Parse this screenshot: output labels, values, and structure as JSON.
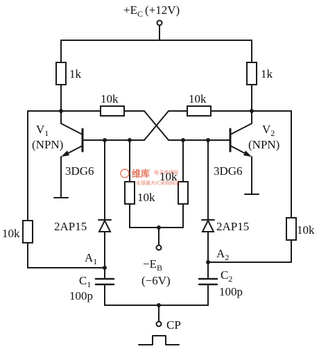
{
  "supply": {
    "positive": "+E",
    "positive_sub": "C",
    "positive_value": "(+12V)",
    "negative": "−E",
    "negative_sub": "B",
    "negative_value": "(−6V)"
  },
  "trigger": {
    "label": "CP"
  },
  "transistors": [
    {
      "name": "V",
      "sub": "1",
      "kind": "(NPN)",
      "part": "3DG6"
    },
    {
      "name": "V",
      "sub": "2",
      "kind": "(NPN)",
      "part": "3DG6"
    }
  ],
  "resistors": {
    "collector_left": "1k",
    "collector_right": "1k",
    "cross_left": "10k",
    "cross_right": "10k",
    "base_left": "10k",
    "base_right": "10k",
    "bias_left": "10k",
    "bias_right": "10k"
  },
  "diodes": [
    {
      "part": "2AP15"
    },
    {
      "part": "2AP15"
    }
  ],
  "nodes": [
    {
      "name": "A",
      "sub": "1"
    },
    {
      "name": "A",
      "sub": "2"
    }
  ],
  "capacitors": [
    {
      "name": "C",
      "sub": "1",
      "value": "100p"
    },
    {
      "name": "C",
      "sub": "2",
      "value": "100p"
    }
  ],
  "watermark": {
    "main": "维库",
    "brand": "电子市场网",
    "sub": "全球最大IC采购网站"
  }
}
